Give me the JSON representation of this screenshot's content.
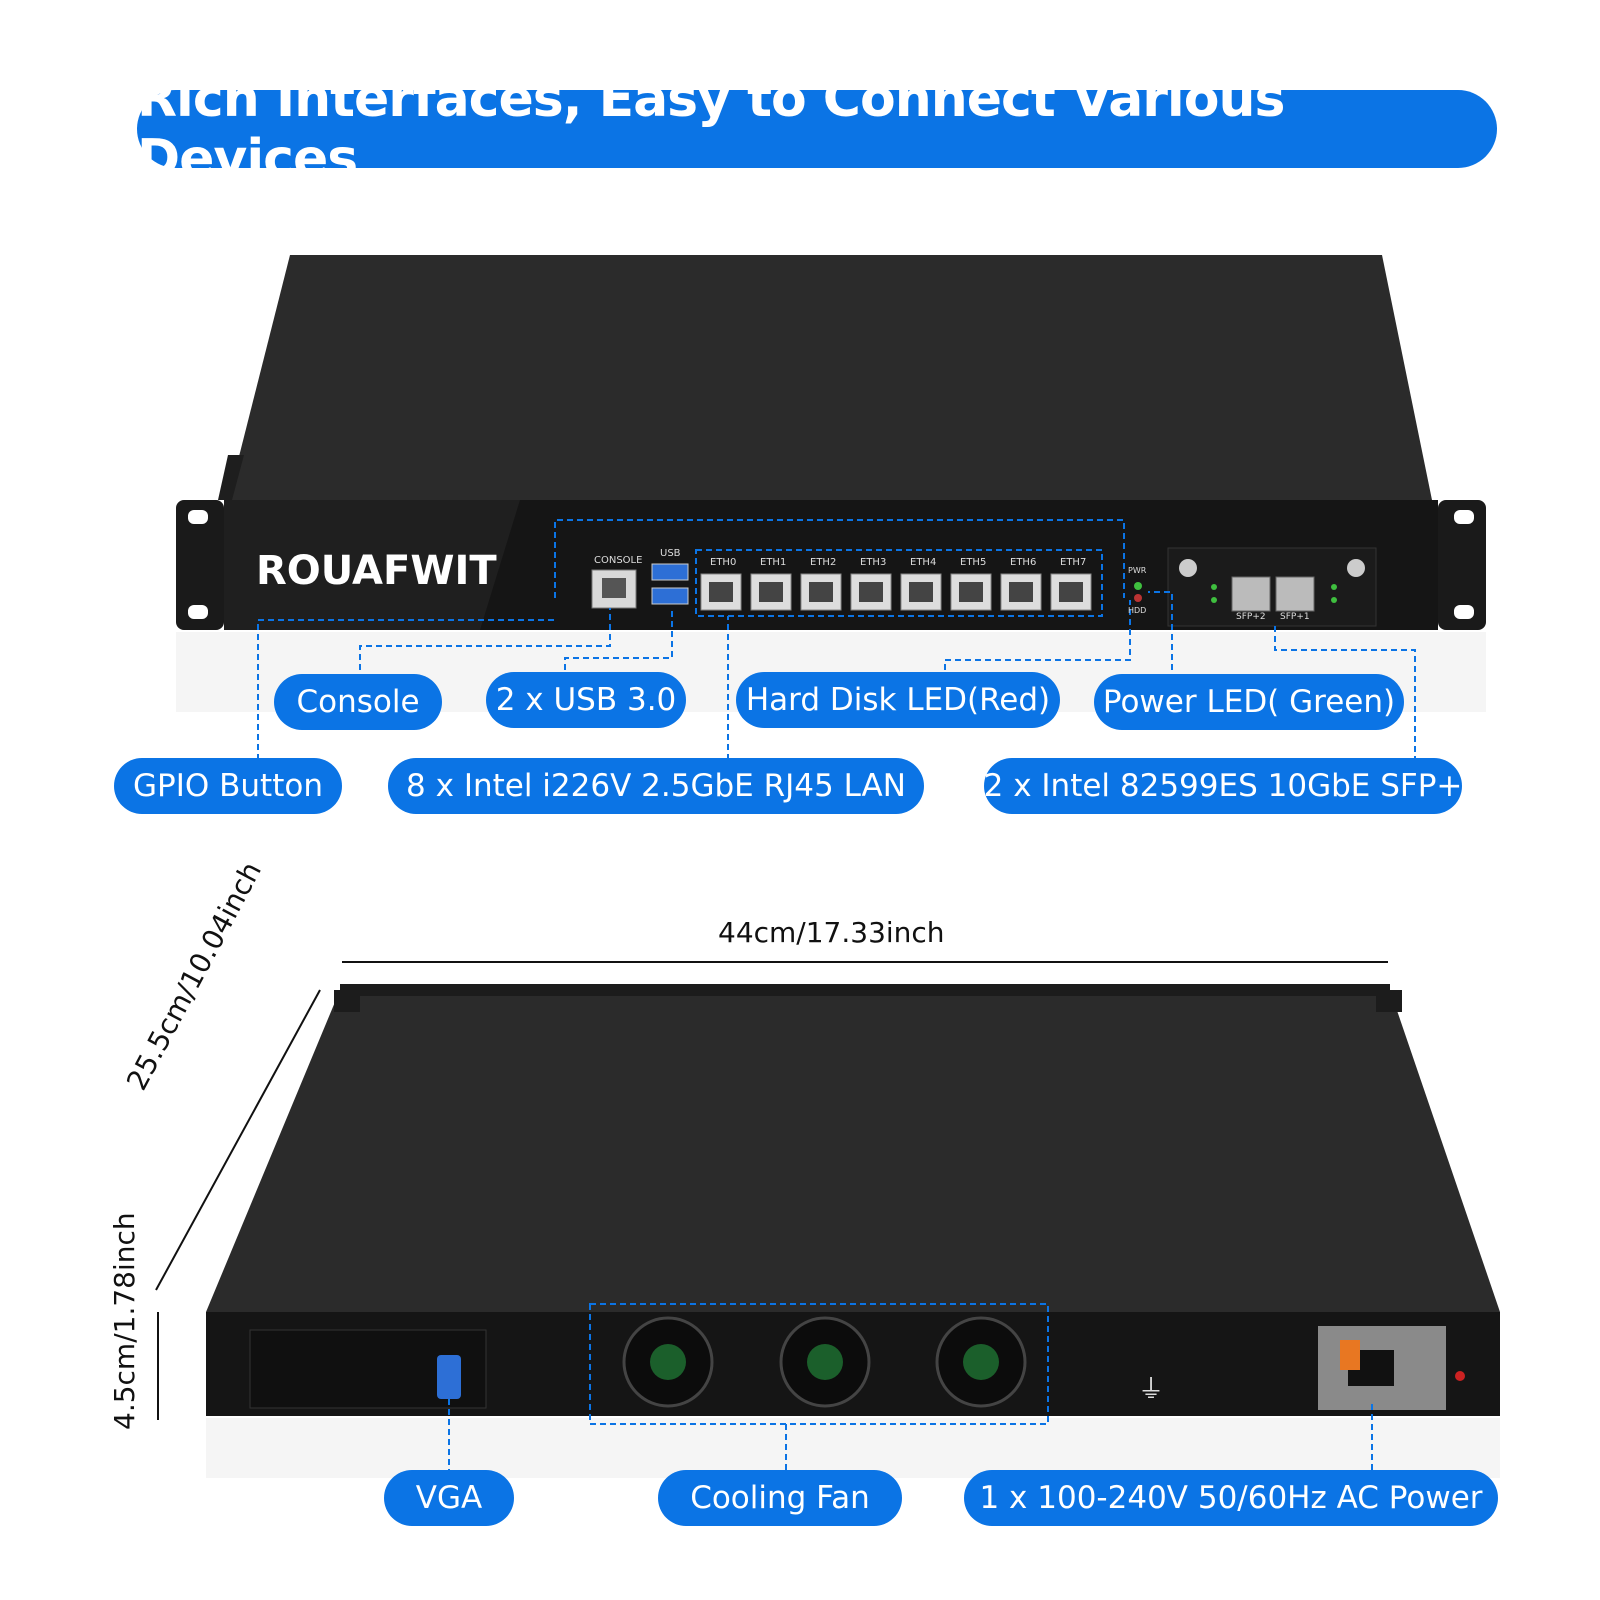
{
  "title": "Rich Interfaces, Easy to Connect Various Devices",
  "front_panel": {
    "brand": "ROUAFWIT",
    "console_label": "CONSOLE",
    "usb_label": "USB",
    "eth_ports": [
      "ETH0",
      "ETH1",
      "ETH2",
      "ETH3",
      "ETH4",
      "ETH5",
      "ETH6",
      "ETH7"
    ],
    "pwr_label": "PWR",
    "hdd_label": "HDD",
    "sfp_ports": [
      "SFP+2",
      "SFP+1"
    ]
  },
  "callouts": {
    "console": "Console",
    "usb": "2 x USB 3.0",
    "hdd_led": "Hard Disk LED(Red)",
    "power_led": "Power LED( Green)",
    "gpio": "GPIO Button",
    "lan": "8 x Intel i226V 2.5GbE RJ45 LAN",
    "sfp": "2 x Intel 82599ES 10GbE SFP+",
    "vga": "VGA",
    "fan": "Cooling Fan",
    "power": "1 x 100-240V 50/60Hz AC Power"
  },
  "dimensions": {
    "width": "44cm/17.33inch",
    "depth": "25.5cm/10.04inch",
    "height": "4.5cm/1.78inch"
  },
  "colors": {
    "accent": "#0b74e5",
    "chassis": "#2b2b2b",
    "panel": "#151515"
  }
}
